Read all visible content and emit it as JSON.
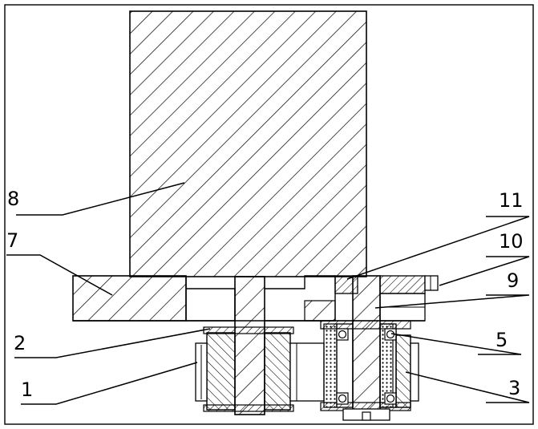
{
  "diagram": {
    "kind": "mechanical cross-section",
    "line_color": "#000000",
    "background_color": "#ffffff",
    "callouts": [
      {
        "id": "c8",
        "label": "8"
      },
      {
        "id": "c7",
        "label": "7"
      },
      {
        "id": "c2",
        "label": "2"
      },
      {
        "id": "c1",
        "label": "1"
      },
      {
        "id": "c11",
        "label": "11"
      },
      {
        "id": "c10",
        "label": "10"
      },
      {
        "id": "c9",
        "label": "9"
      },
      {
        "id": "c5",
        "label": "5"
      },
      {
        "id": "c3",
        "label": "3"
      }
    ]
  }
}
